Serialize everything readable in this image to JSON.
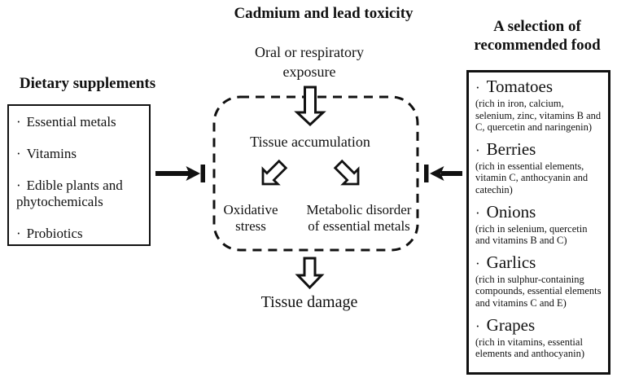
{
  "title": "Cadmium and lead toxicity",
  "left_panel": {
    "heading": "Dietary supplements",
    "bullet": "·",
    "items": [
      "Essential metals",
      "Vitamins",
      "Edible plants and phytochemicals",
      "Probiotics"
    ]
  },
  "center": {
    "exposure_line1": "Oral or respiratory",
    "exposure_line2": "exposure",
    "tissue_accumulation": "Tissue accumulation",
    "oxidative_line1": "Oxidative",
    "oxidative_line2": "stress",
    "metabolic_line1": "Metabolic disorder",
    "metabolic_line2": "of essential metals",
    "tissue_damage": "Tissue damage"
  },
  "right_panel": {
    "heading_line1": "A selection of",
    "heading_line2": "recommended food",
    "bullet": "·",
    "foods": [
      {
        "name": "Tomatoes",
        "desc": "(rich in iron, calcium, selenium, zinc, vitamins B and C, quercetin and naringenin)"
      },
      {
        "name": "Berries",
        "desc": "(rich in essential elements, vitamin C, anthocyanin and catechin)"
      },
      {
        "name": "Onions",
        "desc": "(rich in selenium, quercetin and vitamins B and C)"
      },
      {
        "name": "Garlics",
        "desc": "(rich in sulphur-containing compounds, essential elements and vitamins C and E)"
      },
      {
        "name": "Grapes",
        "desc": "(rich in vitamins, essential elements and anthocyanin)"
      }
    ]
  },
  "icons": {
    "exposure_arrow": "hollow-down-arrow",
    "oxidative_arrow": "hollow-down-left-arrow",
    "metabolic_arrow": "hollow-down-right-arrow",
    "damage_arrow": "hollow-down-arrow",
    "left_inhibition": "solid-right-arrow-with-block-bar",
    "right_inhibition": "solid-left-arrow-with-block-bar"
  },
  "colors": {
    "ink": "#111111",
    "background": "#ffffff"
  }
}
